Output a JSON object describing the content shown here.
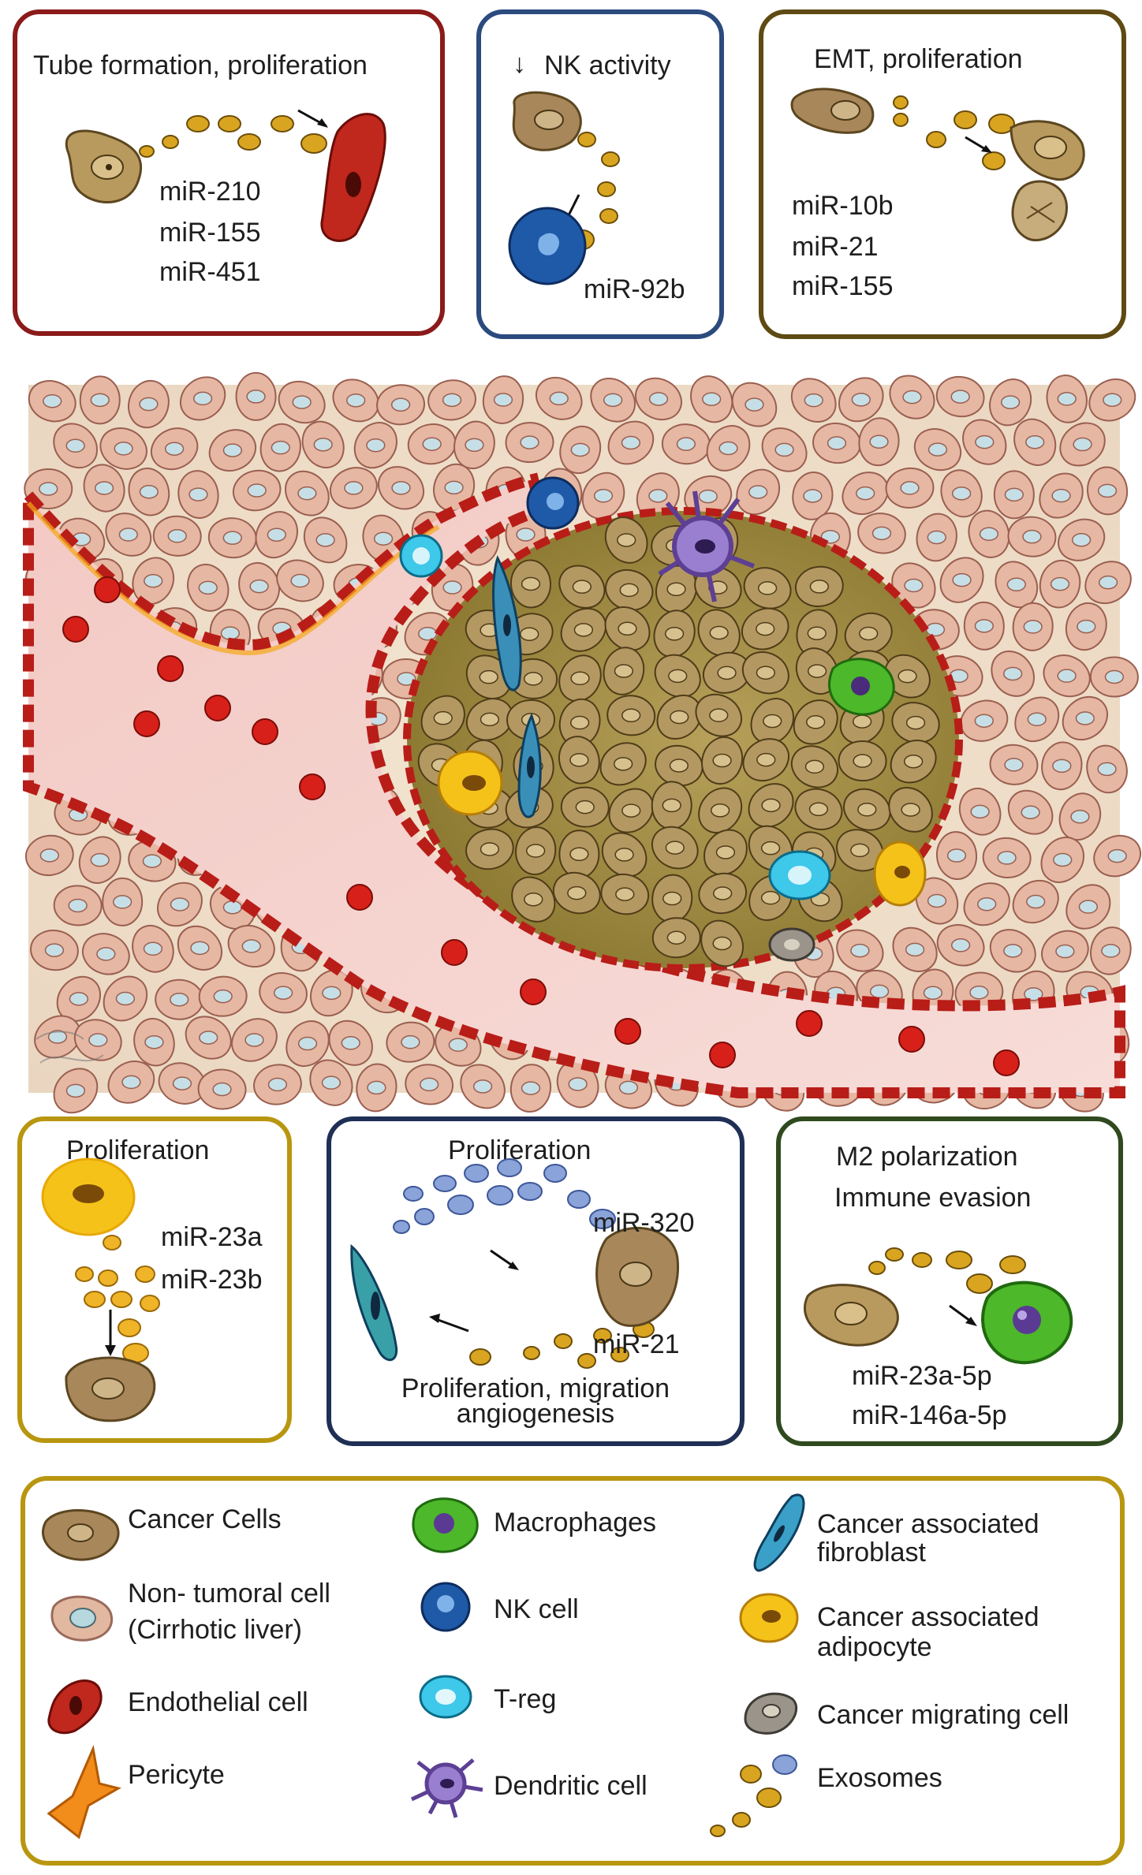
{
  "top_panels": {
    "angiogenesis": {
      "title": "Tube formation, proliferation",
      "mirnas": [
        "miR-210",
        "miR-155",
        "miR-451"
      ],
      "border_color": "#8b1a1a"
    },
    "nk": {
      "title": "NK activity",
      "mirnas": [
        "miR-92b"
      ],
      "border_color": "#2b4a7e"
    },
    "emt": {
      "title": "EMT,  proliferation",
      "mirnas": [
        "miR-10b",
        "miR-21",
        "miR-155"
      ],
      "border_color": "#5e4a12"
    }
  },
  "bottom_panels": {
    "adipocyte": {
      "title": "Proliferation",
      "mirnas": [
        "miR-23a",
        "miR-23b"
      ],
      "border_color": "#b8960f"
    },
    "fibroblast": {
      "title": "Proliferation",
      "mirna_top": "miR-320",
      "mirna_bottom": "miR-21",
      "caption_line1": "Proliferation, migration",
      "caption_line2": "angiogenesis",
      "border_color": "#1f2f55"
    },
    "macrophage": {
      "title_line1": "M2 polarization",
      "title_line2": "Immune evasion",
      "mirnas": [
        "miR-23a-5p",
        "miR-146a-5p"
      ],
      "border_color": "#2f4a1f"
    }
  },
  "legend": {
    "border_color": "#b8960f",
    "items": [
      {
        "label": "Cancer Cells",
        "icon": "cancer-cell-icon"
      },
      {
        "label": "Non- tumoral cell",
        "label2": "(Cirrhotic liver)",
        "icon": "non-tumoral-cell-icon"
      },
      {
        "label": "Endothelial cell",
        "icon": "endothelial-cell-icon"
      },
      {
        "label": "Pericyte",
        "icon": "pericyte-icon"
      },
      {
        "label": "Macrophages",
        "icon": "macrophage-icon"
      },
      {
        "label": "NK cell",
        "icon": "nk-cell-icon"
      },
      {
        "label": "T-reg",
        "icon": "treg-icon"
      },
      {
        "label": "Dendritic cell",
        "icon": "dendritic-cell-icon"
      },
      {
        "label": "Cancer associated",
        "label2": "fibroblast",
        "icon": "fibroblast-icon"
      },
      {
        "label": "Cancer associated",
        "label2": "adipocyte",
        "icon": "adipocyte-icon"
      },
      {
        "label": "Cancer migrating cell",
        "icon": "migrating-cell-icon"
      },
      {
        "label": "Exosomes",
        "icon": "exosome-icon"
      }
    ]
  },
  "colors": {
    "cancer_cell": "#b89a5e",
    "non_tumoral": "#e2b8a0",
    "endothelial": "#c0271d",
    "nk": "#1f5aa8",
    "treg": "#3ec8ea",
    "macrophage": "#4cb82a",
    "dendritic": "#7d5fb5",
    "adipocyte": "#f5c21a",
    "exosome": "#d9a521",
    "exosome_blue": "#7d95cf"
  }
}
